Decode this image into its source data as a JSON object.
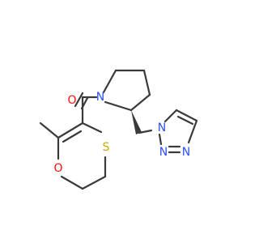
{
  "structure": {
    "atoms": {
      "o_carbonyl": {
        "label": "O",
        "color": "#ff0d0d"
      },
      "n_pyrrolidine": {
        "label": "N",
        "color": "#3050f8"
      },
      "o_ring": {
        "label": "O",
        "color": "#ff0d0d"
      },
      "s_ring": {
        "label": "S",
        "color": "#c8a800"
      },
      "n_triazole_1": {
        "label": "N",
        "color": "#3050f8"
      },
      "n_triazole_2": {
        "label": "N",
        "color": "#3050f8"
      },
      "n_triazole_3": {
        "label": "N",
        "color": "#3050f8"
      }
    }
  }
}
